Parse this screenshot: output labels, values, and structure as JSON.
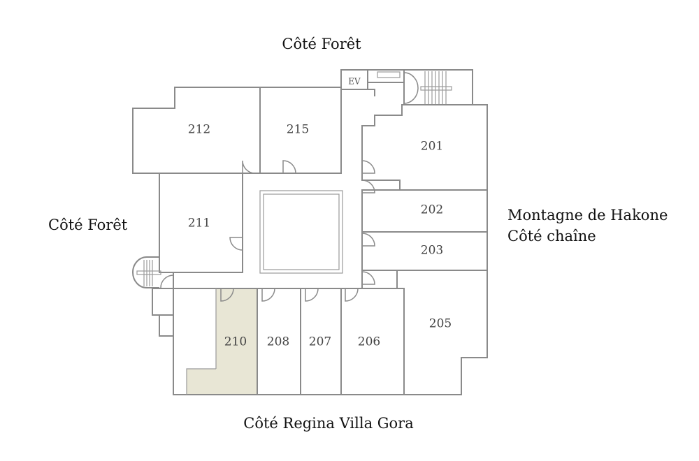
{
  "orientation_labels": {
    "top": "Côté Forêt",
    "left": "Côté Forêt",
    "right_line1": "Montagne de Hakone",
    "right_line2": "Côté chaîne",
    "bottom": "Côté Regina Villa Gora"
  },
  "elevator_label": "EV",
  "highlighted_room": "210",
  "highlight_color": "#e8e6d5",
  "wall_color": "#8a8a8a",
  "rooms": [
    {
      "id": "212",
      "label": "212"
    },
    {
      "id": "215",
      "label": "215"
    },
    {
      "id": "201",
      "label": "201"
    },
    {
      "id": "211",
      "label": "211"
    },
    {
      "id": "202",
      "label": "202"
    },
    {
      "id": "203",
      "label": "203"
    },
    {
      "id": "205",
      "label": "205"
    },
    {
      "id": "210",
      "label": "210"
    },
    {
      "id": "208",
      "label": "208"
    },
    {
      "id": "207",
      "label": "207"
    },
    {
      "id": "206",
      "label": "206"
    }
  ]
}
